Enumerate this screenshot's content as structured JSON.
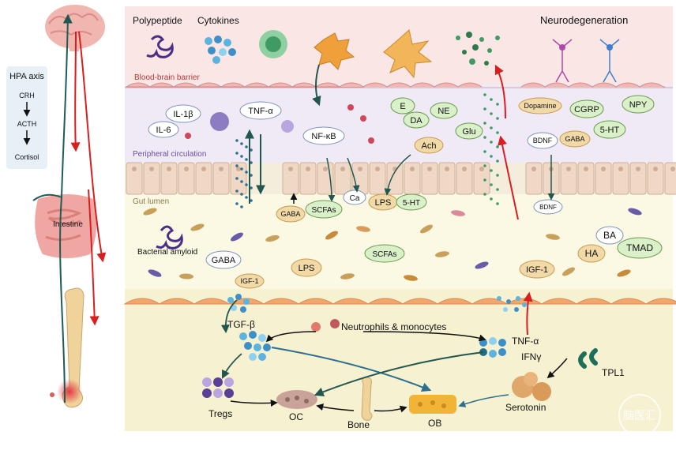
{
  "left_panel": {
    "hpa_title": "HPA axis",
    "crh": "CRH",
    "acth": "ACTH",
    "cortisol": "Cortisol",
    "intestine": "Intestine"
  },
  "top_zone": {
    "polypeptide": "Polypeptide",
    "cytokines": "Cytokines",
    "neurodegeneration": "Neurodegeneration",
    "bbb_label": "Blood-brain barrier"
  },
  "circulation": {
    "il1b": "IL-1β",
    "il6": "IL-6",
    "tnfa": "TNF-α",
    "nfkb": "NF-κB",
    "e": "E",
    "da": "DA",
    "ne": "NE",
    "glu": "Glu",
    "ach": "Ach",
    "dopamine": "Dopamine",
    "cgrp": "CGRP",
    "npy": "NPY",
    "bdnf": "BDNF",
    "gaba": "GABA",
    "ht5": "5-HT",
    "peripheral_label": "Peripheral circulation"
  },
  "gut": {
    "lumen_label": "Gut lumen",
    "gaba": "GABA",
    "scfas": "SCFAs",
    "ca": "Ca",
    "lps": "LPS",
    "ht5": "5-HT",
    "bdnf": "BDNF",
    "ba": "BA",
    "ha": "HA",
    "tmad": "TMAD",
    "bacterial_amyloid": "Bacterial amyloid",
    "gaba2": "GABA",
    "igf1_small": "IGF-1",
    "lps2": "LPS",
    "scfas2": "SCFAs",
    "igf1": "IGF-1"
  },
  "bone": {
    "tgfb": "TGF-β",
    "neutrophils": "Neutrophils & monocytes",
    "tnfa": "TNF-α",
    "ifng": "IFNγ",
    "tpl1": "TPL1",
    "tregs": "Tregs",
    "oc": "OC",
    "bone": "Bone",
    "ob": "OB",
    "serotonin": "Serotonin"
  },
  "watermark": "脑医汇"
}
